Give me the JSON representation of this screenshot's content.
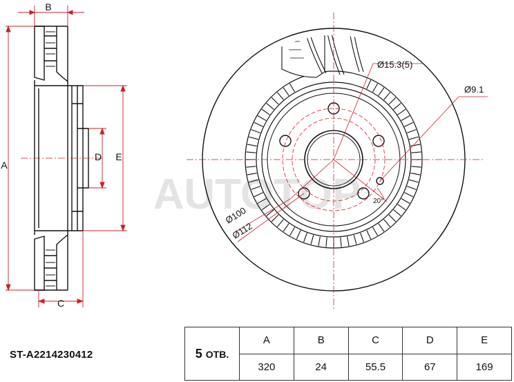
{
  "part_number": "ST-A2214230412",
  "holes": {
    "count": "5",
    "unit": "ОТВ."
  },
  "columns": [
    "A",
    "B",
    "C",
    "D",
    "E"
  ],
  "values": [
    "320",
    "24",
    "55.5",
    "67",
    "169"
  ],
  "drawing_labels": {
    "A": "A",
    "B": "B",
    "C": "C",
    "D": "D",
    "E": "E",
    "bolt_hole": "Ø15.3(5)",
    "pin_hole": "Ø9.1",
    "pcd": "Ø100",
    "bore": "Ø112",
    "angle": "20°"
  },
  "watermark": "AUTOTOP",
  "colors": {
    "dimension": "#c8202a",
    "outline": "#111111"
  }
}
